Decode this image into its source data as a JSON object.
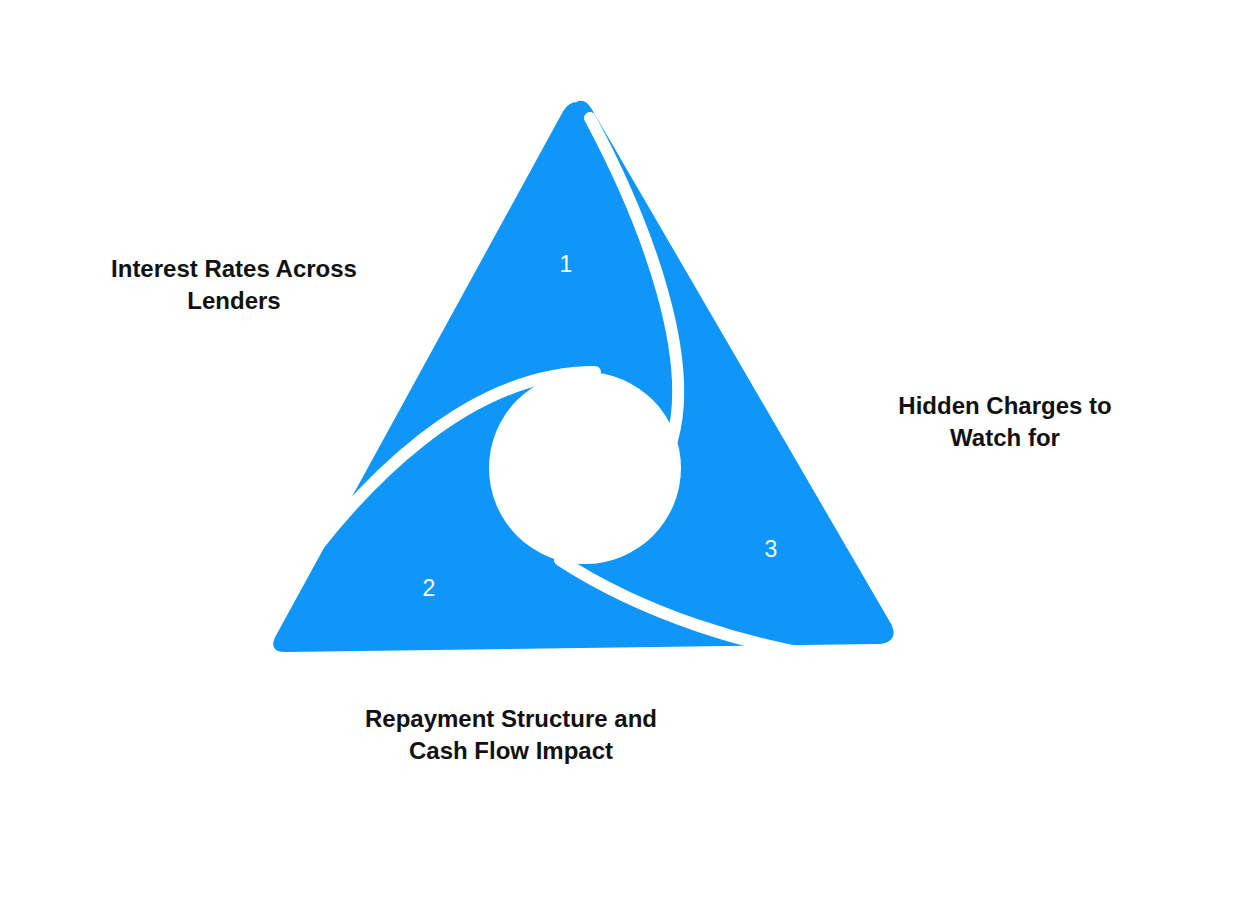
{
  "diagram": {
    "nodes": [
      {
        "text": [
          "1",
          "Interest Rates Across Lenders"
        ]
      },
      {
        "text": [
          "2",
          "Repayment Structure and Cash Flow Impact"
        ]
      },
      {
        "text": [
          "3",
          "Hidden Charges to Watch for"
        ]
      }
    ]
  }
}
